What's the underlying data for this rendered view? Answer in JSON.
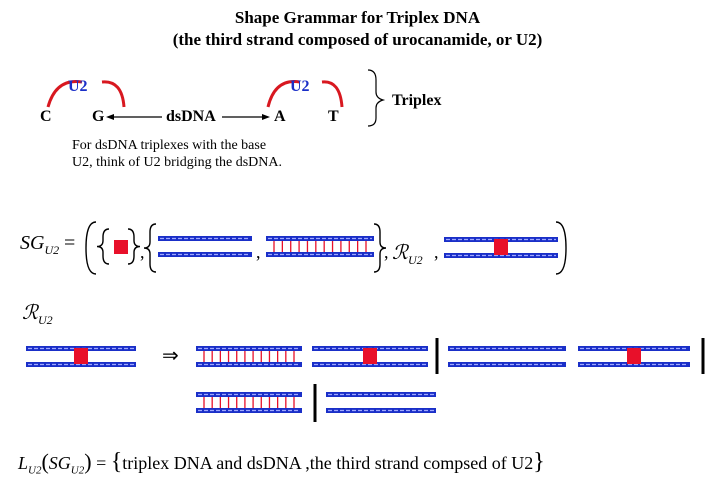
{
  "title_line1": "Shape Grammar for Triplex DNA",
  "title_line2": "(the third strand composed of urocanamide, or U2)",
  "pair_left": {
    "top": "U2",
    "left": "C",
    "right": "G"
  },
  "pair_right": {
    "top": "U2",
    "left": "A",
    "right": "T"
  },
  "center_label": "dsDNA",
  "brace_label": "Triplex",
  "note_line1": "For dsDNA triplexes with the base",
  "note_line2": "U2, think of U2 bridging the dsDNA.",
  "grammar": {
    "sg": "SG",
    "sub": "U2",
    "eq": "=",
    "r": "ℛ",
    "r_sub": "U2"
  },
  "rule_label": {
    "r": "ℛ",
    "sub": "U2"
  },
  "arrow_symbol": "⇒",
  "language": {
    "l": "L",
    "l_sub": "U2",
    "sg": "SG",
    "sg_sub": "U2",
    "eq": "=",
    "text": "triplex  DNA  and  dsDNA  ,the  third  strand  compsed  of  U2"
  },
  "colors": {
    "helix_blue": "#1a2fc8",
    "dash": "#a0a8ff",
    "u2_red": "#e8102a",
    "arc_red": "#d81820",
    "text_blue": "#1a2fc8"
  }
}
